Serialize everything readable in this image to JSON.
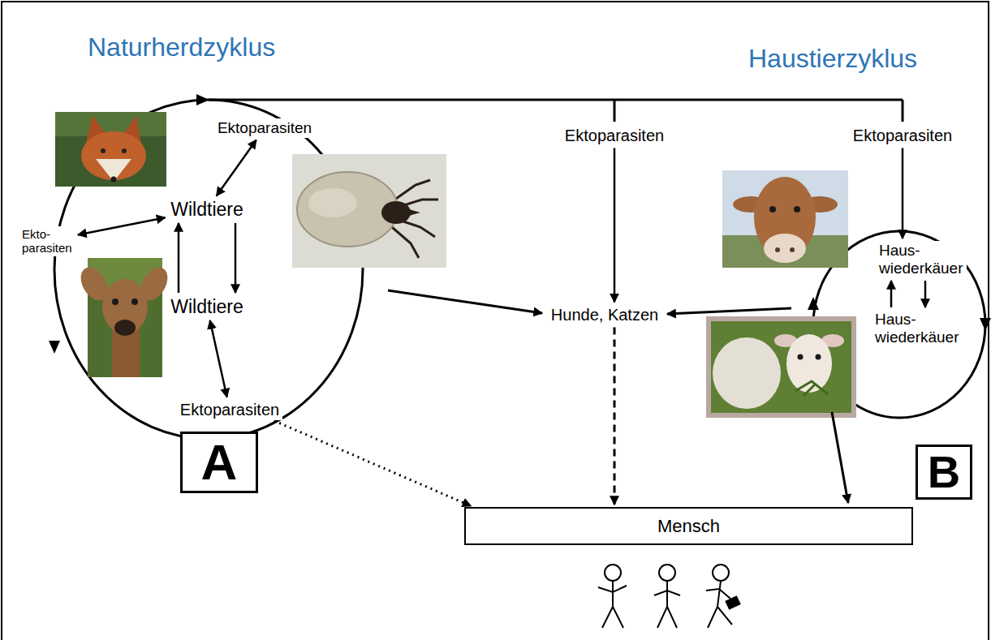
{
  "diagram": {
    "nodes": [
      {
        "text": [
          "Ektoparasiten"
        ]
      },
      {
        "text": [
          "Ekto- parasiten"
        ]
      },
      {
        "text": [
          "Wildtiere"
        ]
      },
      {
        "text": [
          "Wildtiere"
        ]
      },
      {
        "text": [
          "Ektoparasiten"
        ]
      },
      {
        "text": [
          "A"
        ]
      },
      {
        "text": [
          "Ektoparasiten"
        ]
      },
      {
        "text": [
          "Ektoparasiten"
        ]
      },
      {
        "text": [
          "Hunde, Katzen"
        ]
      },
      {
        "text": [
          "Haus- wiederkäuer"
        ]
      },
      {
        "text": [
          "Haus- wiederkäuer"
        ]
      },
      {
        "text": [
          "B"
        ]
      },
      {
        "text": [
          "Mensch"
        ]
      }
    ],
    "edges": [
      {
        "from": 0,
        "to": 2,
        "arrow": "both"
      },
      {
        "from": 1,
        "to": 2,
        "arrow": "both"
      },
      {
        "from": 3,
        "to": 2,
        "arrow": "to"
      },
      {
        "from": 2,
        "to": 3,
        "arrow": "to"
      },
      {
        "from": 3,
        "to": 4,
        "arrow": "both"
      },
      {
        "from": 6,
        "to": 8,
        "arrow": "to"
      },
      {
        "from": 7,
        "to": 9,
        "arrow": "to"
      },
      {
        "from": 10,
        "to": 9,
        "arrow": "to"
      },
      {
        "from": 9,
        "to": 10,
        "arrow": "to"
      },
      {
        "from": 8,
        "to": 12,
        "arrow": "to"
      },
      {
        "from": 4,
        "to": 12,
        "arrow": "to"
      }
    ],
    "labels": [
      "Naturherdzyklus",
      "Haustierzyklus"
    ]
  }
}
